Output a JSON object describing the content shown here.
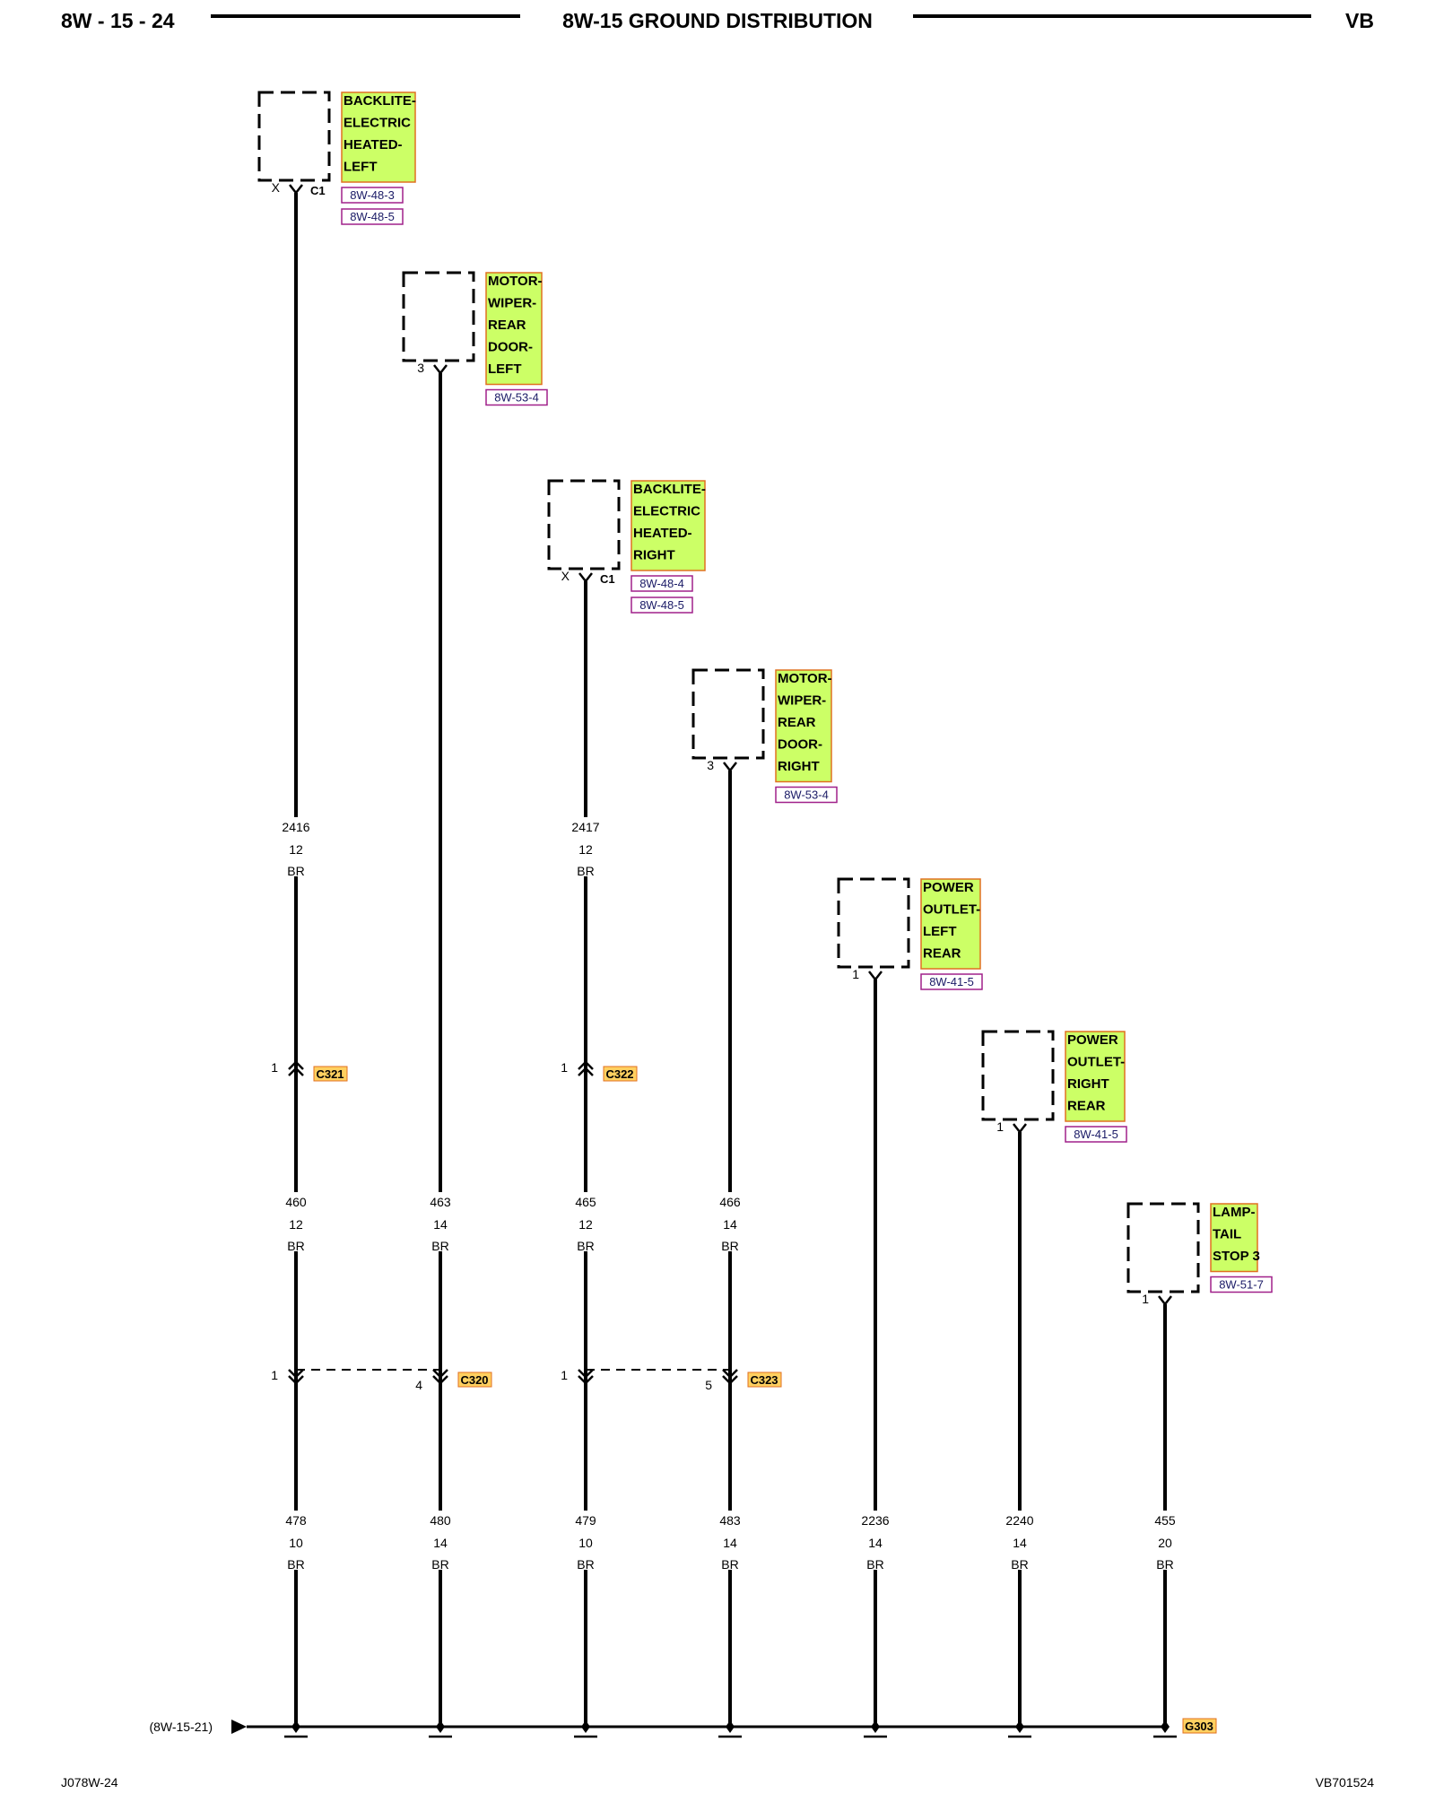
{
  "header": {
    "page": "8W - 15 - 24",
    "title": "8W-15 GROUND DISTRIBUTION",
    "model": "VB"
  },
  "components": [
    {
      "lines": [
        "BACKLITE-",
        "ELECTRIC",
        "HEATED-",
        "LEFT"
      ],
      "refs": [
        "8W-48-3",
        "8W-48-5"
      ],
      "pin": "X",
      "connector": "C1"
    },
    {
      "lines": [
        "MOTOR-",
        "WIPER-",
        "REAR",
        "DOOR-",
        "LEFT"
      ],
      "refs": [
        "8W-53-4"
      ],
      "pin": "3",
      "connector": ""
    },
    {
      "lines": [
        "BACKLITE-",
        "ELECTRIC",
        "HEATED-",
        "RIGHT"
      ],
      "refs": [
        "8W-48-4",
        "8W-48-5"
      ],
      "pin": "X",
      "connector": "C1"
    },
    {
      "lines": [
        "MOTOR-",
        "WIPER-",
        "REAR",
        "DOOR-",
        "RIGHT"
      ],
      "refs": [
        "8W-53-4"
      ],
      "pin": "3",
      "connector": ""
    },
    {
      "lines": [
        "POWER",
        "OUTLET-",
        "LEFT",
        "REAR"
      ],
      "refs": [
        "8W-41-5"
      ],
      "pin": "1",
      "connector": ""
    },
    {
      "lines": [
        "POWER",
        "OUTLET-",
        "RIGHT",
        "REAR"
      ],
      "refs": [
        "8W-41-5"
      ],
      "pin": "1",
      "connector": ""
    },
    {
      "lines": [
        "LAMP-",
        "TAIL",
        "STOP 3"
      ],
      "refs": [
        "8W-51-7"
      ],
      "pin": "1",
      "connector": ""
    }
  ],
  "upper_wires": [
    {
      "circuit": "2416",
      "gauge": "12",
      "color": "BR"
    },
    {
      "circuit": "2417",
      "gauge": "12",
      "color": "BR"
    }
  ],
  "inline_connectors": [
    {
      "name": "C321",
      "pin": "1"
    },
    {
      "name": "C322",
      "pin": "1"
    }
  ],
  "mid_wires": [
    {
      "circuit": "460",
      "gauge": "12",
      "color": "BR"
    },
    {
      "circuit": "463",
      "gauge": "14",
      "color": "BR"
    },
    {
      "circuit": "465",
      "gauge": "12",
      "color": "BR"
    },
    {
      "circuit": "466",
      "gauge": "14",
      "color": "BR"
    }
  ],
  "splice_connectors": [
    {
      "name": "C320",
      "pins": [
        "1",
        "4"
      ]
    },
    {
      "name": "C323",
      "pins": [
        "1",
        "5"
      ]
    }
  ],
  "lower_wires": [
    {
      "circuit": "478",
      "gauge": "10",
      "color": "BR"
    },
    {
      "circuit": "480",
      "gauge": "14",
      "color": "BR"
    },
    {
      "circuit": "479",
      "gauge": "10",
      "color": "BR"
    },
    {
      "circuit": "483",
      "gauge": "14",
      "color": "BR"
    },
    {
      "circuit": "2236",
      "gauge": "14",
      "color": "BR"
    },
    {
      "circuit": "2240",
      "gauge": "14",
      "color": "BR"
    },
    {
      "circuit": "455",
      "gauge": "20",
      "color": "BR"
    }
  ],
  "ground": {
    "reference": "(8W-15-21)",
    "name": "G303"
  },
  "footer": {
    "left": "J078W-24",
    "right": "VB701524"
  },
  "colors": {
    "label_fill": "#ccff66",
    "label_border": "#e07020",
    "ref_border": "#a0208a",
    "conn_fill": "#ffd060",
    "wire": "#000000"
  }
}
